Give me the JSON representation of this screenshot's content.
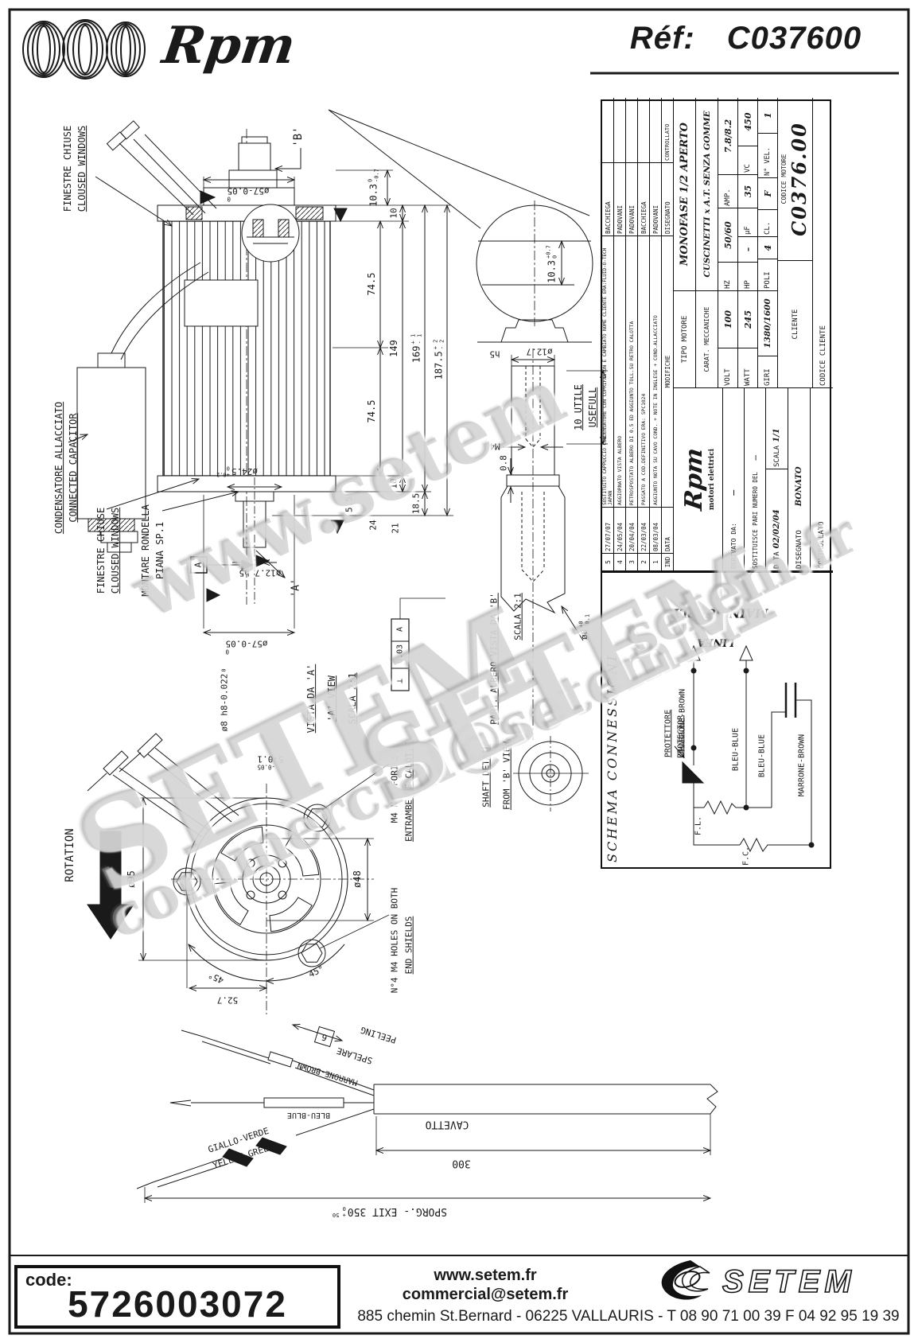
{
  "header": {
    "brand": "Rpm",
    "ref_label": "Réf:",
    "ref_value": "C037600"
  },
  "callouts": {
    "finestre_top_it": "FINESTRE CHIUSE",
    "finestre_top_en": "CLOUSED WINDOWS",
    "cond_it": "CONDENSATORE ALLACCIATO",
    "cond_en": "CONNECTED CAPACITOR",
    "finestre_bot_it": "FINESTRE CHIUSE",
    "finestre_bot_en": "CLOUSED WINDOWS",
    "rondella_1": "MONTARE RONDELLA",
    "rondella_2": "PIANA SP.1",
    "b_label": "'B'",
    "a_label": "'A'",
    "datum_a": "A",
    "fcf_sym": "⊥",
    "fcf_val": "0.03",
    "fcf_ref": "A",
    "vista_a_it": "VISTA DA 'A'",
    "vista_a_en": "'A' VIEW",
    "vista_a_scale": "SCALA 2:1",
    "part_b_it": "PART. ALBERO VISTA DA 'B'",
    "part_b_scale": "SCALA 2:1",
    "part_b_en1": "SHAFT DETAIL",
    "part_b_en2": "FROM 'B' VIEW",
    "utile_it": "10 UTILE",
    "utile_en": "USEFULL",
    "rotation": "ROTATION",
    "holes_it1": "M4 N°4 FORI SU",
    "holes_it2": "ENTRAMBE LE CALOTTE",
    "holes_en1": "N°4 M4 HOLES ON BOTH",
    "holes_en2": "END SHIELDS"
  },
  "dims": {
    "dia57_top": "ø57-0.05",
    "dia57_top_tol": "0",
    "d103_main": "10.3",
    "d103_main_tol_top": "0",
    "d103_main_tol_bot": "-0.7",
    "d103_detail": "10.3",
    "d103_detail_tol_top": "+0.7",
    "d103_detail_tol_bot": "0",
    "d10_top": "10",
    "d745_top": "74.5",
    "d149": "149",
    "d169": "169",
    "d169_tol_top": "+ 1",
    "d169_tol_bot": "- 1",
    "d1875": "187.5",
    "d1875_tol_top": "+ 2",
    "d1875_tol_bot": "- 2",
    "d745_bot": "74.5",
    "d10_bot": "10",
    "d185": "18.5",
    "d55": "5.5",
    "d24": "24",
    "d21": "21",
    "dia245": "ø24.5",
    "dia245_tol_top": "+0.2",
    "dia245_tol_bot": "0",
    "dia127_main": "ø12.7 h5",
    "dia57_bot": "ø57-0.05",
    "dia57_bot_tol": "0",
    "dia8_key": "ø8 h8-0.022",
    "dia8_key_tol": "0",
    "d5_key": "5-0.1",
    "d5_key_tol": "-0.05",
    "dia127_shaft": "ø12.7",
    "h5_shaft": "h5",
    "m4": "M4",
    "d08": "0.8",
    "dia8_shaft": "ø8",
    "dia8_shaft_tol_top": "+0",
    "dia8_shaft_tol_bot": "-0.1",
    "dia95": "ø95",
    "dia48": "ø48",
    "d45a": "45°",
    "d45b": "45°",
    "d527": "52.7"
  },
  "cable": {
    "spelare": "SPELARE",
    "spelare_val": "6",
    "peeling": "PEELING",
    "marrone": "MARRONE-BROWN",
    "bleu": "BLEU-BLUE",
    "giallo_it": "GIALLO-VERDE",
    "giallo_en": "YELLOW-GREEN",
    "cavetto": "CAVETTO",
    "d300": "300",
    "sporg": "SPORG.- EXIT 350",
    "sporg_tol_top": "+ 50",
    "sporg_tol_bot": "0"
  },
  "schema": {
    "title": "SCHEMA CONNESSIONI",
    "main_supply": "MAIN SUPPLY",
    "linea": "LINEA",
    "marrone1": "MARRONE-BROWN",
    "protettore": "PROTETTORE",
    "protector": "PROTECTOR",
    "bleu1": "BLEU-BLUE",
    "bleu2": "BLEU-BLUE",
    "marrone2": "MARRONE-BROWN",
    "fl": "F.L.",
    "fc": "F.C."
  },
  "title_block": {
    "logo_text": "Rpm",
    "logo_sub": "motori elettrici",
    "rev_header": {
      "ind": "IND",
      "data": "DATA",
      "mod": "MODIFICHE",
      "dis": "DISEGNATO",
      "ctrl": "CONTROLLATO"
    },
    "revisions": [
      {
        "ind": "5",
        "date": "27/07/07",
        "text": "SOSTITUITO CAPPUCCIO CONDENSATORE CON COPRIFASTON E CAMBIATO NOME CLIENTE ERA:FLUID-O-TECH JAPAN",
        "name": "BACCHIEGA"
      },
      {
        "ind": "4",
        "date": "24/05/04",
        "text": "AGGIORNATO  VISTA ALBERO",
        "name": "PADOVANI"
      },
      {
        "ind": "3",
        "date": "20/04/04",
        "text": "RETROSPOSTATO ALBERO DI 0.5 ED AGGIUNTO TOLL.SU RETRO CALOTTA",
        "name": "PADOVANI"
      },
      {
        "ind": "2",
        "date": "22/03/04",
        "text": "PASSATO A COD.DEFINITIVO ERA: SPC1024",
        "name": "BACCHIEGA"
      },
      {
        "ind": "1",
        "date": "08/03/04",
        "text": "AGGIUNTO NOTA SU CAVO COND. + NOTE IN INGLESE + COND.ALLACCIATO",
        "name": "PADOVANI"
      }
    ],
    "fields": {
      "derivato_label": "DERIVATO DA:",
      "derivato_value": "—",
      "sostituisce_label": "SOSTITUISCE PARI NUMERO DEL",
      "sostituisce_value": "—",
      "data_label": "DATA",
      "data_value": "02/02/04",
      "scala_label": "SCALA",
      "scala_value": "1/1",
      "disegnato_label": "DISEGNATO",
      "disegnato_value": "BONATO",
      "controllato_label": "CONTROLLATO"
    },
    "motor": {
      "tipo_label": "TIPO MOTORE",
      "tipo_value": "MONOFASE 1/2 APERTO",
      "carat_label": "CARAT. MECCANICHE",
      "carat_value": "CUSCINETTI x A.T. SENZA GOMME",
      "volt_label": "VOLT",
      "volt_value": "100",
      "hz_label": "HZ",
      "hz_value": "50/60",
      "amp_label": "AMP.",
      "amp_value": "7.8/8.2",
      "watt_label": "WATT",
      "watt_value": "245",
      "hp_label": "HP",
      "hp_value": "–",
      "uf_label": "µF",
      "uf_value": "35",
      "vc_label": "VC",
      "vc_value": "450",
      "giri_label": "GIRI",
      "giri_value": "1380/1600",
      "poli_label": "POLI",
      "poli_value": "4",
      "cl_label": "CL.",
      "cl_value": "F",
      "nvel_label": "N° VEL.",
      "nvel_value": "1",
      "cliente_label": "CLIENTE",
      "codice_motore_label": "CODICE MOTORE",
      "codice_motore_value": "C0376.00",
      "codice_cliente_label": "CODICE CLIENTE"
    }
  },
  "watermarks": [
    {
      "text": "www.setem"
    },
    {
      "text": "SETEM"
    },
    {
      "text": "commercial@setem.fr"
    },
    {
      "text": "SETEM"
    },
    {
      "text": "setem.fr"
    }
  ],
  "footer": {
    "code_label": "code:",
    "code_value": "5726003072",
    "site": "www.setem.fr",
    "email": "commercial@setem.fr",
    "brand": "SETEM",
    "address": "885 chemin St.Bernard  -  06225 VALLAURIS  -  T 08 90 71 00 39   F 04 92 95 19 39"
  }
}
